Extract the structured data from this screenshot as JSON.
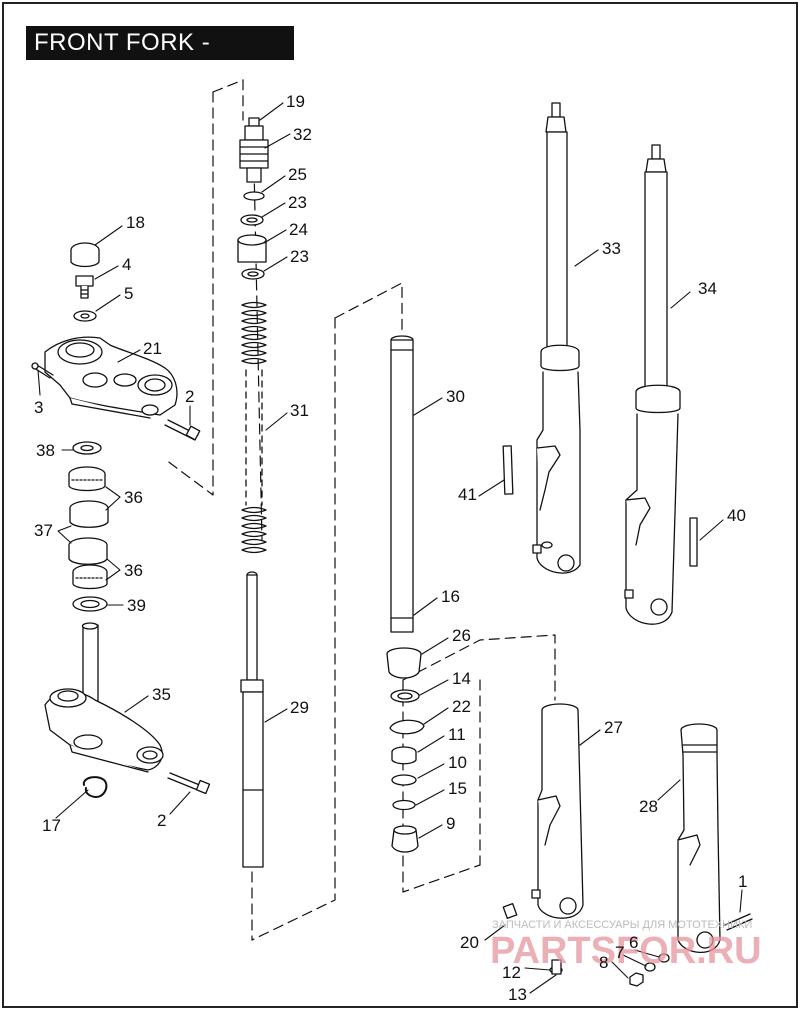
{
  "title": "FRONT FORK - FXDX/I",
  "watermark": {
    "line1": "ЗАПЧАСТИ И АКСЕССУАРЫ ДЛЯ МОТОТЕХНИКИ",
    "brand": "PARTSFOR.RU",
    "color": "#e8a0a8"
  },
  "callouts": [
    "19",
    "32",
    "25",
    "23",
    "24",
    "23",
    "18",
    "4",
    "5",
    "21",
    "3",
    "2",
    "31",
    "38",
    "36",
    "37",
    "36",
    "39",
    "35",
    "17",
    "2",
    "29",
    "30",
    "16",
    "26",
    "14",
    "22",
    "11",
    "10",
    "15",
    "9",
    "33",
    "34",
    "41",
    "40",
    "27",
    "28",
    "1",
    "20",
    "6",
    "7",
    "8",
    "12",
    "13"
  ]
}
